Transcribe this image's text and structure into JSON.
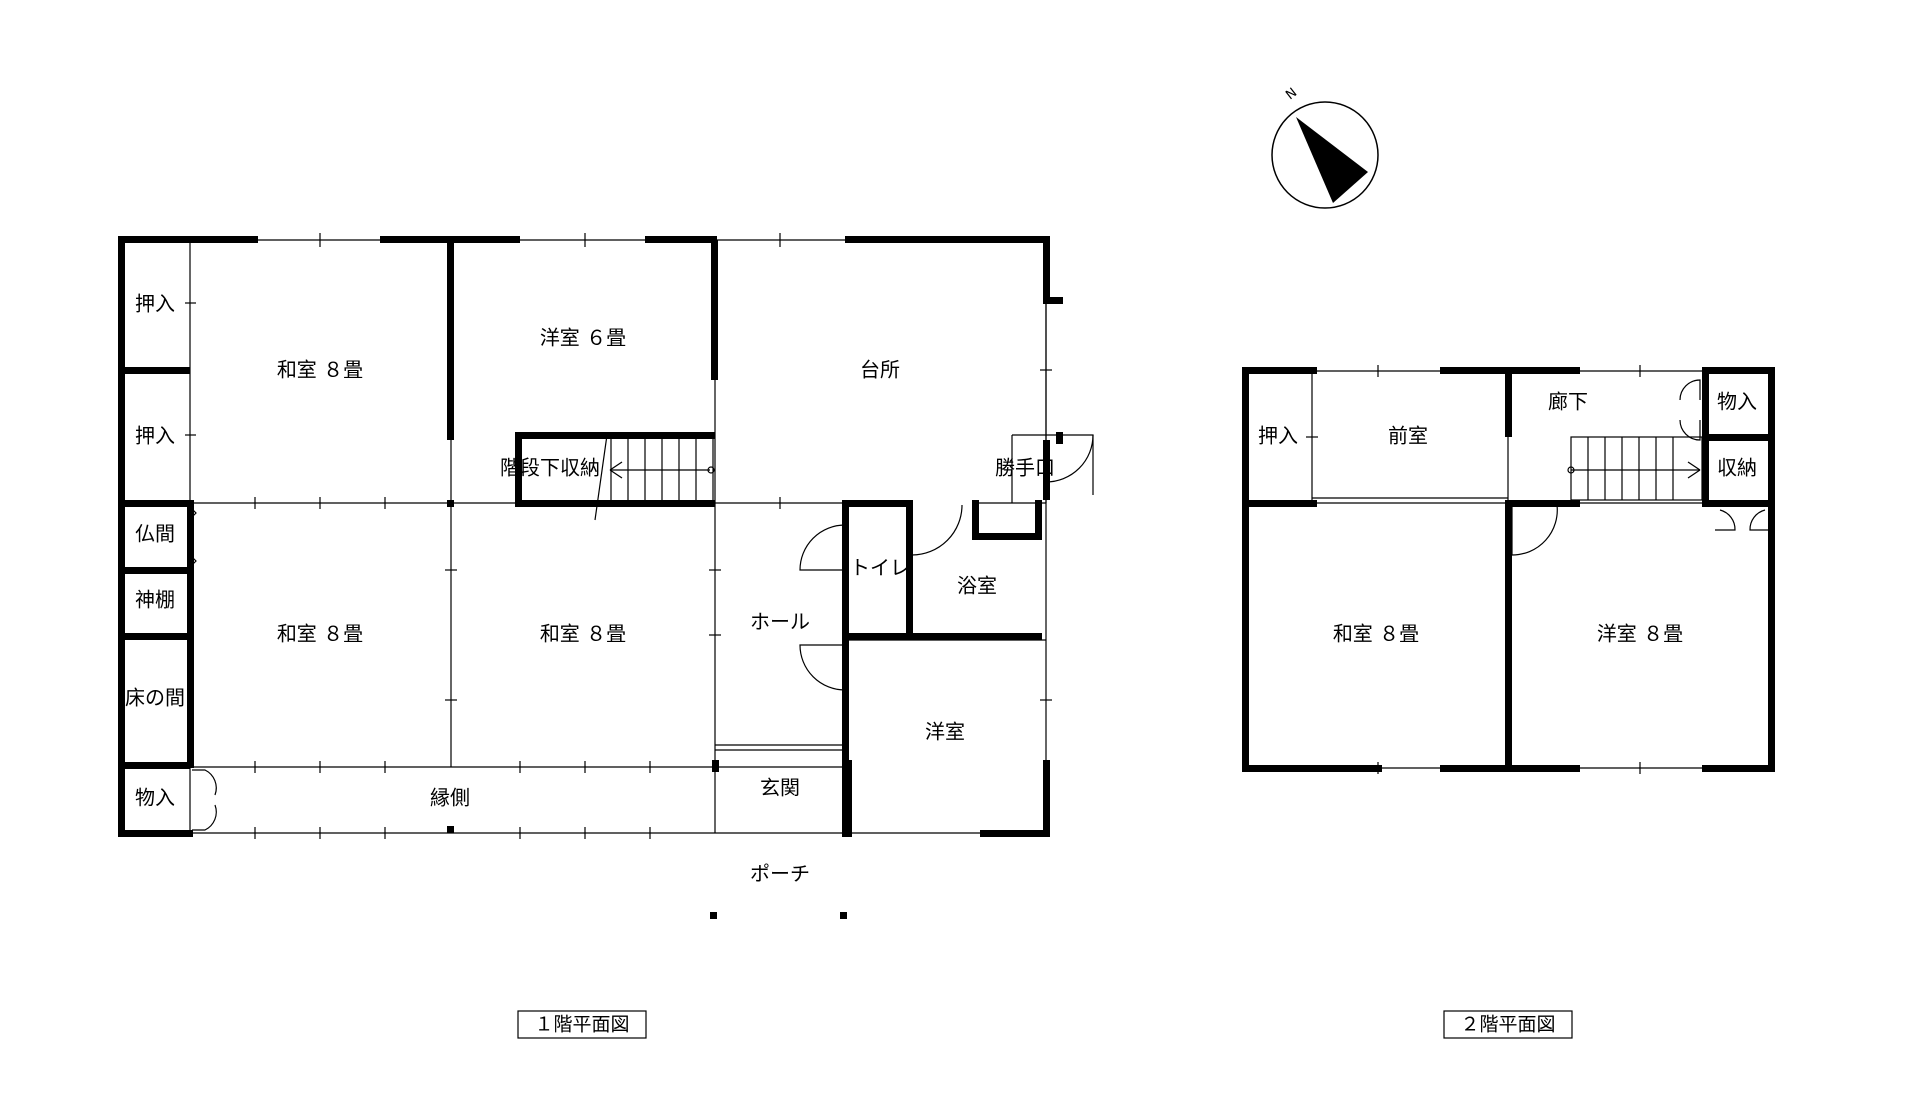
{
  "floor1": {
    "caption": "１階平面図",
    "rooms": {
      "oshiire_top": "押入",
      "oshiire_mid": "押入",
      "butsuma": "仏間",
      "kamidana": "神棚",
      "tokonoma": "床の間",
      "monoire": "物入",
      "washitsu_nw": "和室 ８畳",
      "yoshitsu_n": "洋室 ６畳",
      "daidokoro": "台所",
      "stair_storage": "階段下収納",
      "katteguchi": "勝手口",
      "washitsu_sw": "和室 ８畳",
      "washitsu_s": "和室 ８畳",
      "toilet": "トイレ",
      "bath": "浴室",
      "hall": "ホール",
      "yoshitsu_e": "洋室",
      "engawa": "縁側",
      "genkan": "玄関",
      "porch": "ポーチ"
    }
  },
  "floor2": {
    "caption": "２階平面図",
    "rooms": {
      "oshiire": "押入",
      "zenshitsu": "前室",
      "roka": "廊下",
      "monoire": "物入",
      "shuno": "収納",
      "washitsu": "和室 ８畳",
      "yoshitsu": "洋室 ８畳"
    }
  },
  "compass": {
    "label": "N"
  }
}
